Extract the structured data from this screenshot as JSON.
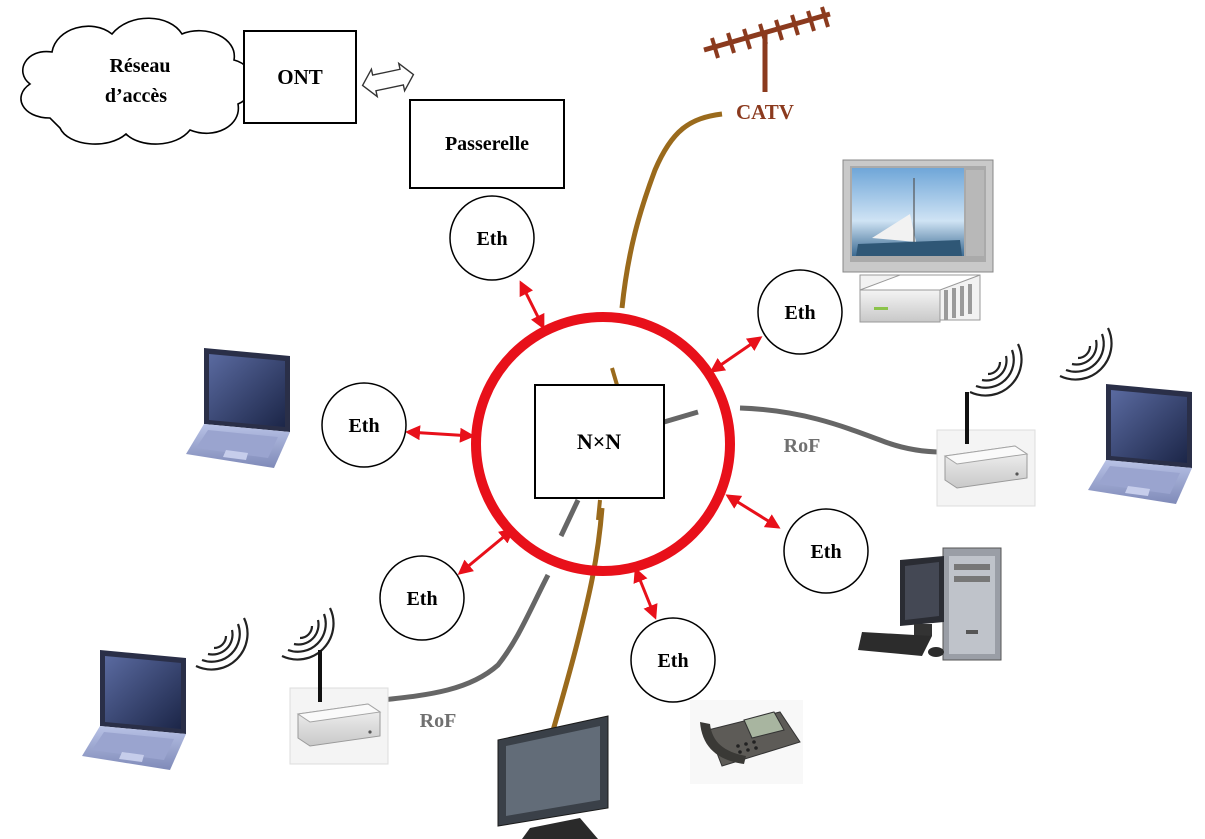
{
  "labels": {
    "cloud": [
      "Réseau",
      "d’accès"
    ],
    "ont": "ONT",
    "gateway": "Passerelle",
    "catv": "CATV",
    "switch": "N×N",
    "eth": "Eth",
    "rof": "RoF"
  },
  "colors": {
    "ring": "#e8101a",
    "arrow": "#e8101a",
    "catv_cable": "#9a6a1c",
    "rof_cable": "#666666",
    "catv_text": "#8b3a1e",
    "antenna": "#8b3a1e",
    "rof_text": "#707070"
  },
  "eth_nodes": [
    "eth-node-gateway",
    "eth-node-left",
    "eth-node-bottom-left",
    "eth-node-phone",
    "eth-node-pc",
    "eth-node-settop"
  ],
  "devices": [
    "tv-settop-icon",
    "laptop-icon",
    "laptop-icon",
    "laptop-icon",
    "wireless-access-point-icon",
    "wireless-access-point-icon",
    "desktop-pc-icon",
    "telephone-icon",
    "flat-tv-icon",
    "antenna-icon"
  ]
}
